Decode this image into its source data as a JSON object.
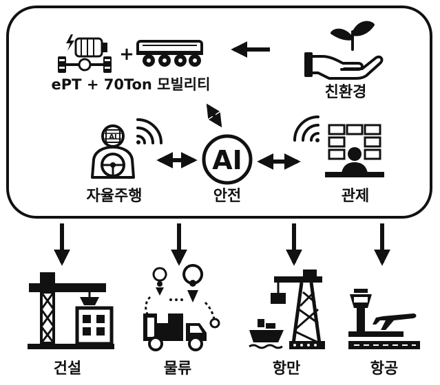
{
  "top_panel": {
    "powertrain_label": "ePT + 70Ton 모빌리티",
    "plus_sign": "+",
    "eco_label": "친환경",
    "autonomous_label": "자율주행",
    "ai_badge": "AI",
    "chip_text": "AI",
    "safety_label": "안전",
    "control_label": "관제"
  },
  "applications": [
    {
      "label": "건설",
      "icon": "construction-crane-icon"
    },
    {
      "label": "물류",
      "icon": "logistics-truck-icon"
    },
    {
      "label": "항만",
      "icon": "port-crane-ship-icon"
    },
    {
      "label": "항공",
      "icon": "airport-tower-plane-icon"
    }
  ],
  "colors": {
    "ink": "#111111",
    "background": "#ffffff"
  }
}
